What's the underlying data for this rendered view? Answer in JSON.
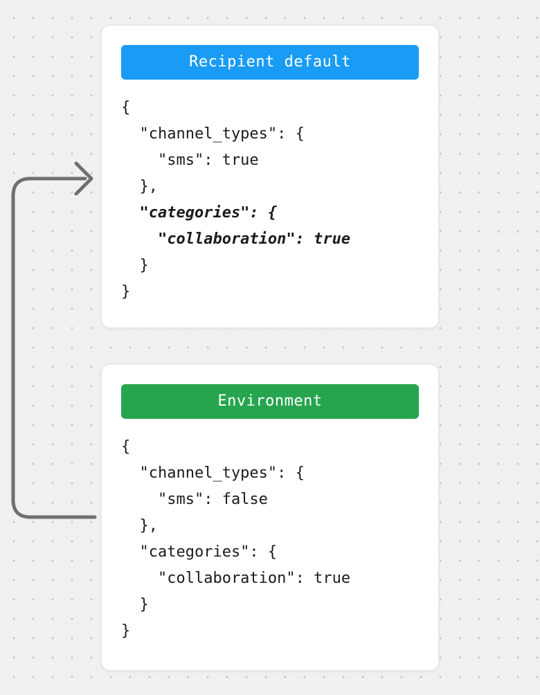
{
  "colors": {
    "recipient_badge": "#1a9bf5",
    "environment_badge": "#26a54e",
    "arrow": "#6f6f6f",
    "code_text": "#1b1b1b"
  },
  "cards": [
    {
      "badge": {
        "label": "Recipient default"
      },
      "lines": [
        "{",
        "  \"channel_types\": {",
        "    \"sms\": true",
        "  },",
        "  \"categories\": {",
        "    \"collaboration\": true",
        "  }",
        "}"
      ]
    },
    {
      "badge": {
        "label": "Environment"
      },
      "lines": [
        "{",
        "  \"channel_types\": {",
        "    \"sms\": false",
        "  },",
        "  \"categories\": {",
        "    \"collaboration\": true",
        "  }",
        "}"
      ]
    }
  ],
  "arrow": {
    "from": "Environment",
    "to": "Recipient default"
  }
}
